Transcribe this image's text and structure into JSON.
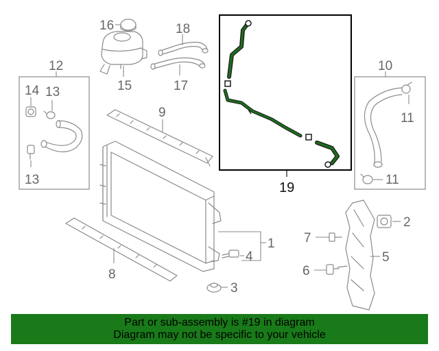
{
  "callouts": {
    "c1": "1",
    "c2": "2",
    "c3": "3",
    "c4": "4",
    "c5": "5",
    "c6": "6",
    "c7": "7",
    "c8": "8",
    "c9": "9",
    "c10": "10",
    "c11a": "11",
    "c11b": "11",
    "c12": "12",
    "c13a": "13",
    "c13b": "13",
    "c14": "14",
    "c15": "15",
    "c16": "16",
    "c17": "17",
    "c18": "18",
    "c19": "19"
  },
  "highlight_color": "#1e6b1e",
  "banner": {
    "line1": "Part or sub-assembly is #19 in diagram",
    "line2": "Diagram may not be specific to your vehicle",
    "background": "#197a19"
  }
}
